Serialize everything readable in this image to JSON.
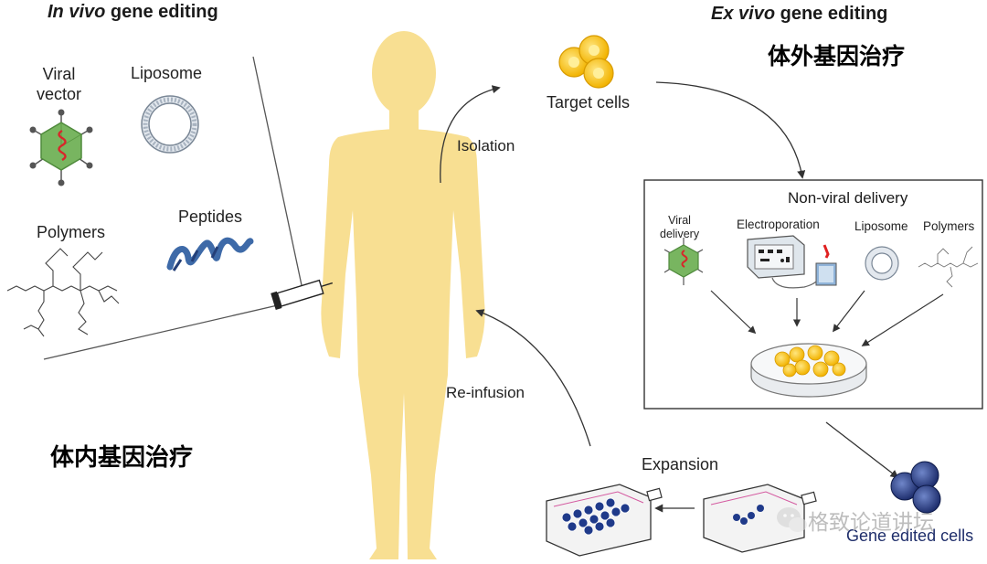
{
  "in_vivo": {
    "title_italic": "In vivo",
    "title_rest": " gene editing",
    "viral_vector": [
      "Viral",
      "vector"
    ],
    "liposome": "Liposome",
    "polymers": "Polymers",
    "peptides": "Peptides",
    "cn_label": "体内基因治疗"
  },
  "ex_vivo": {
    "title_italic": "Ex vivo",
    "title_rest": " gene editing",
    "cn_label": "体外基因治疗",
    "target_cells": "Target cells",
    "box": {
      "title": "Non-viral delivery",
      "viral_delivery": [
        "Viral",
        "delivery"
      ],
      "electroporation": "Electroporation",
      "liposome": "Liposome",
      "polymers": "Polymers"
    },
    "gene_edited_cells": "Gene edited cells",
    "expansion": "Expansion"
  },
  "flow": {
    "isolation": "Isolation",
    "re_infusion": "Re-infusion"
  },
  "watermark": "格致论道讲坛",
  "colors": {
    "body": "#f8df92",
    "cell_yellow": "#f5b800",
    "cell_dark": "#1f2f6e",
    "virus_green": "#78b560",
    "helix_blue": "#3e6aa8"
  }
}
